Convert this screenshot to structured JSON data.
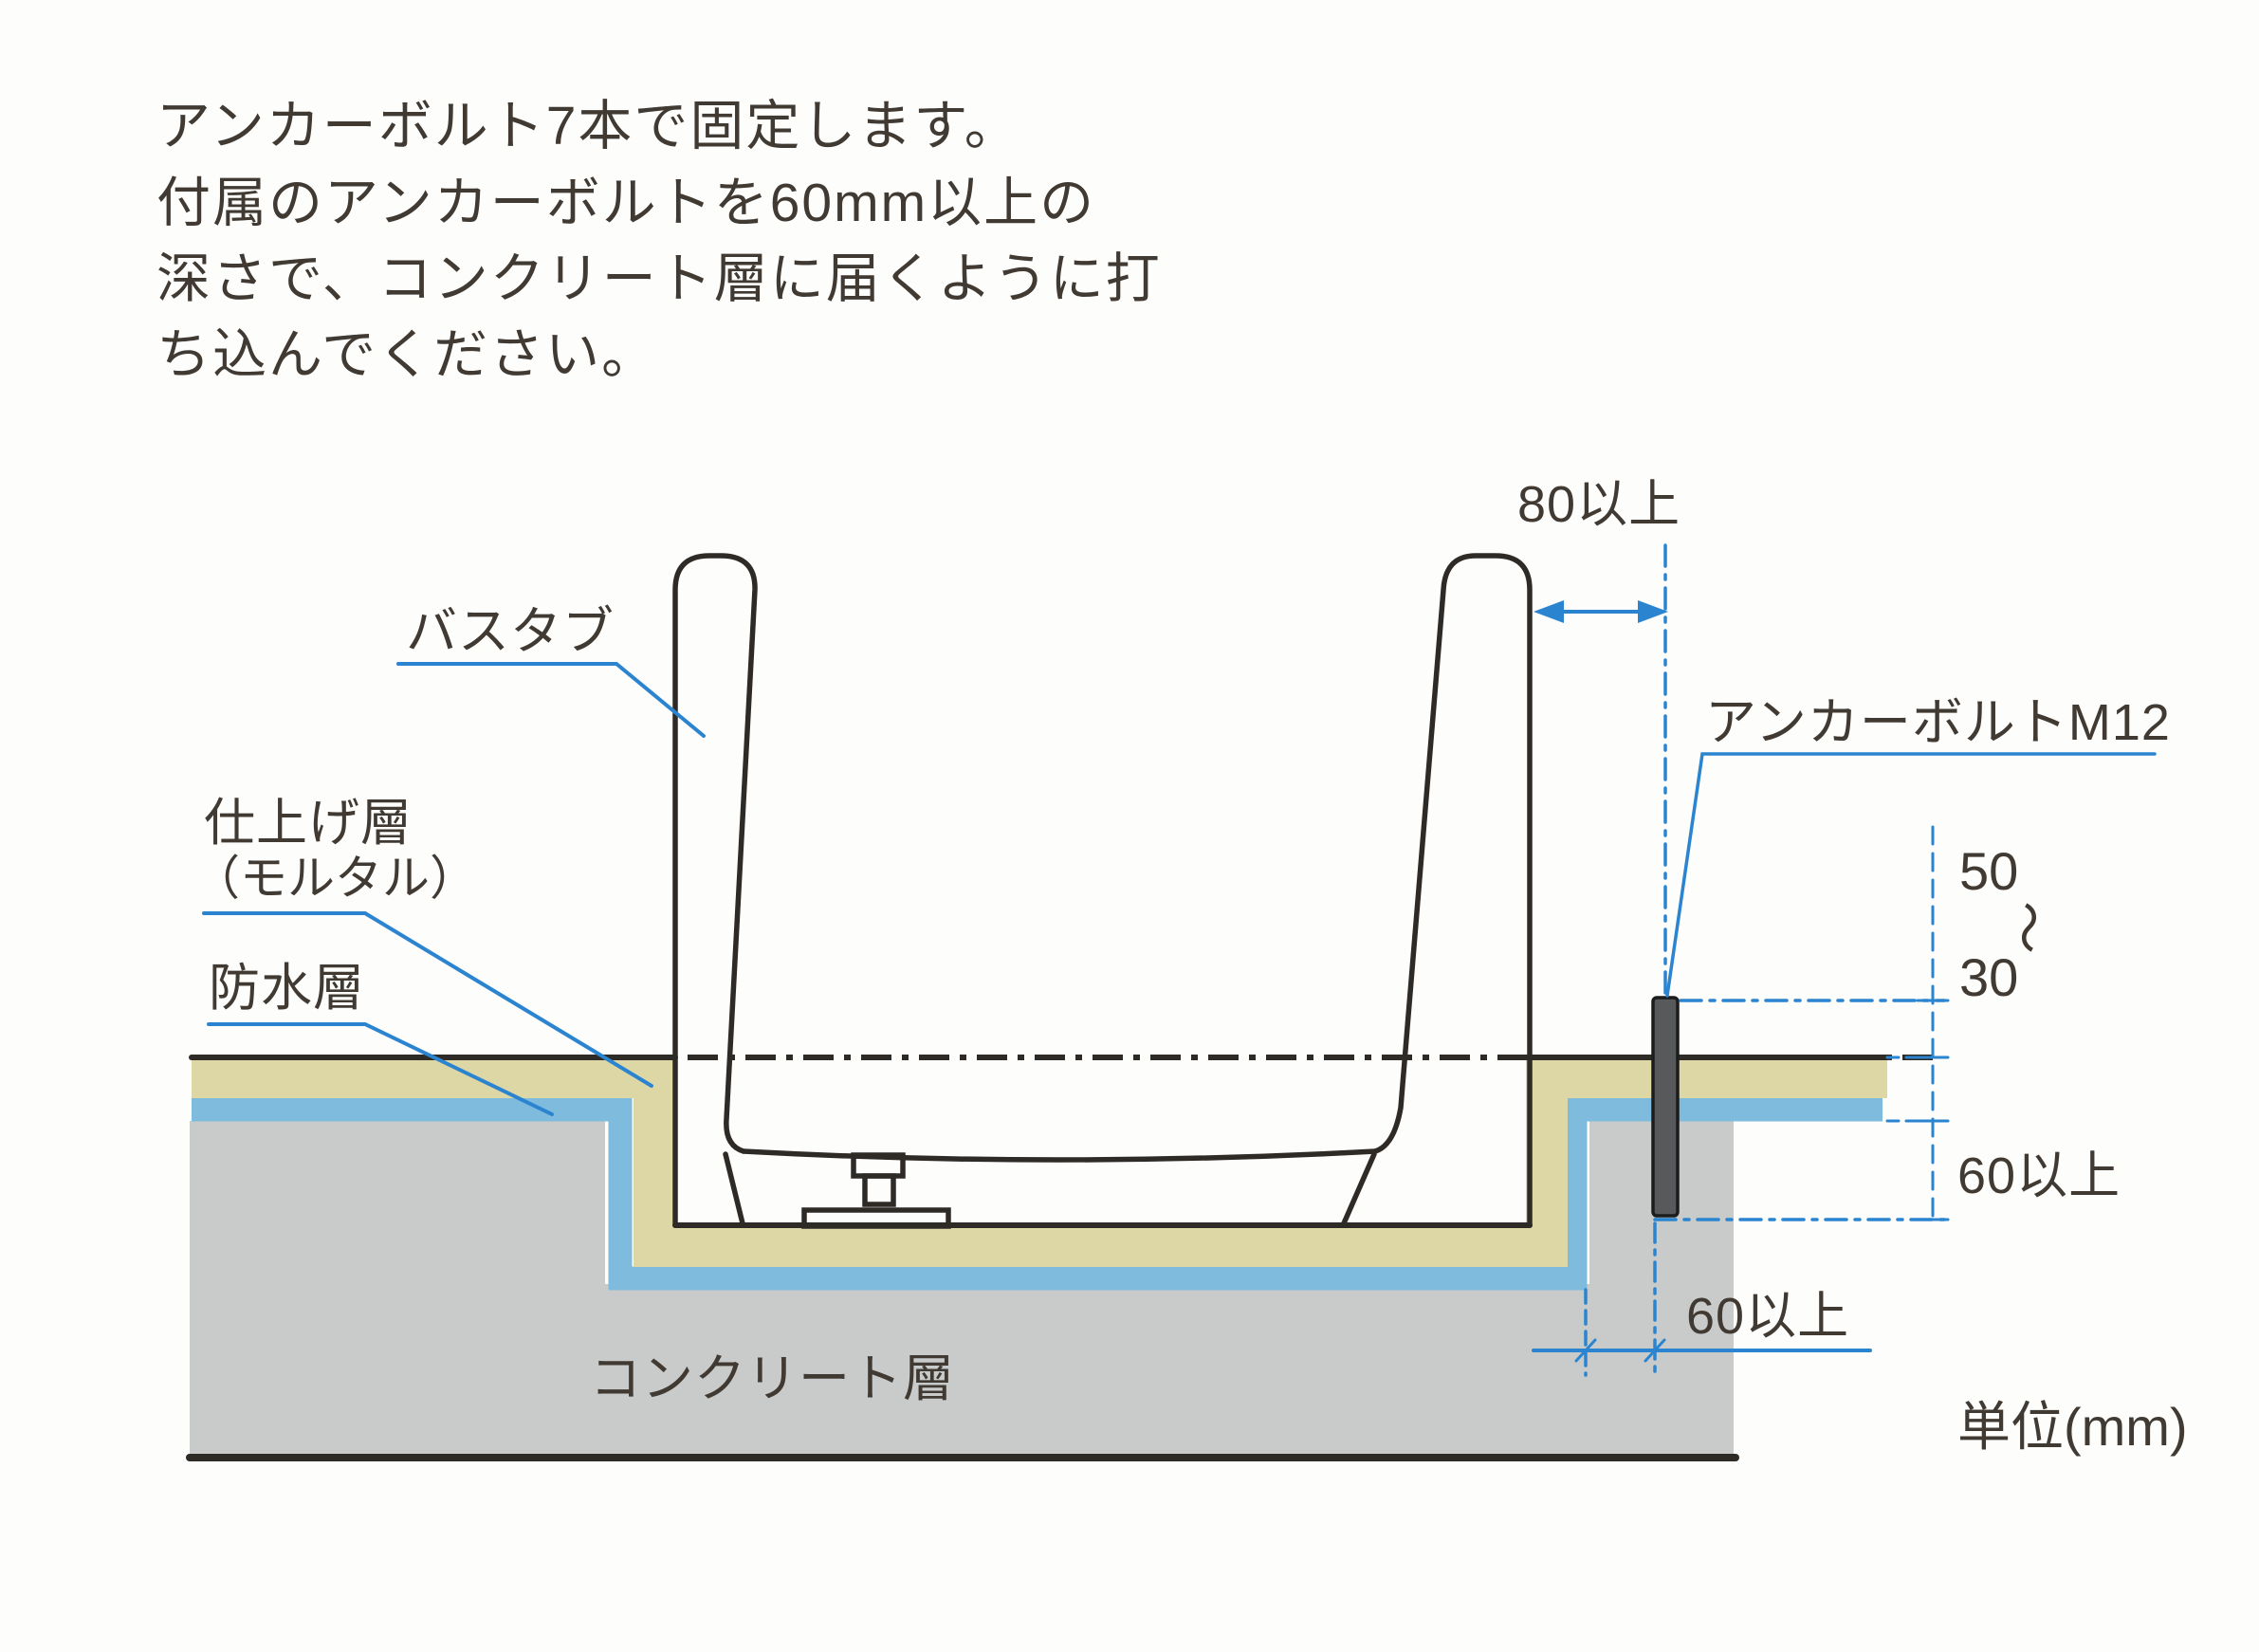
{
  "instructions": {
    "lines": [
      "アンカーボルト7本で固定します。",
      "付属のアンカーボルトを60mm以上の",
      "深さで、コンクリート層に届くように打",
      "ち込んでください。"
    ]
  },
  "labels": {
    "bathtub": "バスタブ",
    "finish_layer": "仕上げ層",
    "finish_layer_sub": "（モルタル）",
    "waterproof_layer": "防水層",
    "concrete_layer": "コンクリート層",
    "anchor_bolt": "アンカーボルトM12",
    "unit": "単位(mm)"
  },
  "dimensions": {
    "edge_clearance": "80以上",
    "protrusion_max": "50",
    "protrusion_tilde": "〜",
    "protrusion_min": "30",
    "embed_depth": "60以上",
    "side_clearance": "60以上"
  },
  "colors": {
    "mortar": "#ddd7a6",
    "waterproof": "#7fbbdc",
    "concrete": "#c8cbca",
    "line": "#2e2a26",
    "dimension": "#2b84d0",
    "bolt_fill": "#58595b",
    "bolt_edge": "#1c1c1c",
    "text": "#413a33"
  }
}
